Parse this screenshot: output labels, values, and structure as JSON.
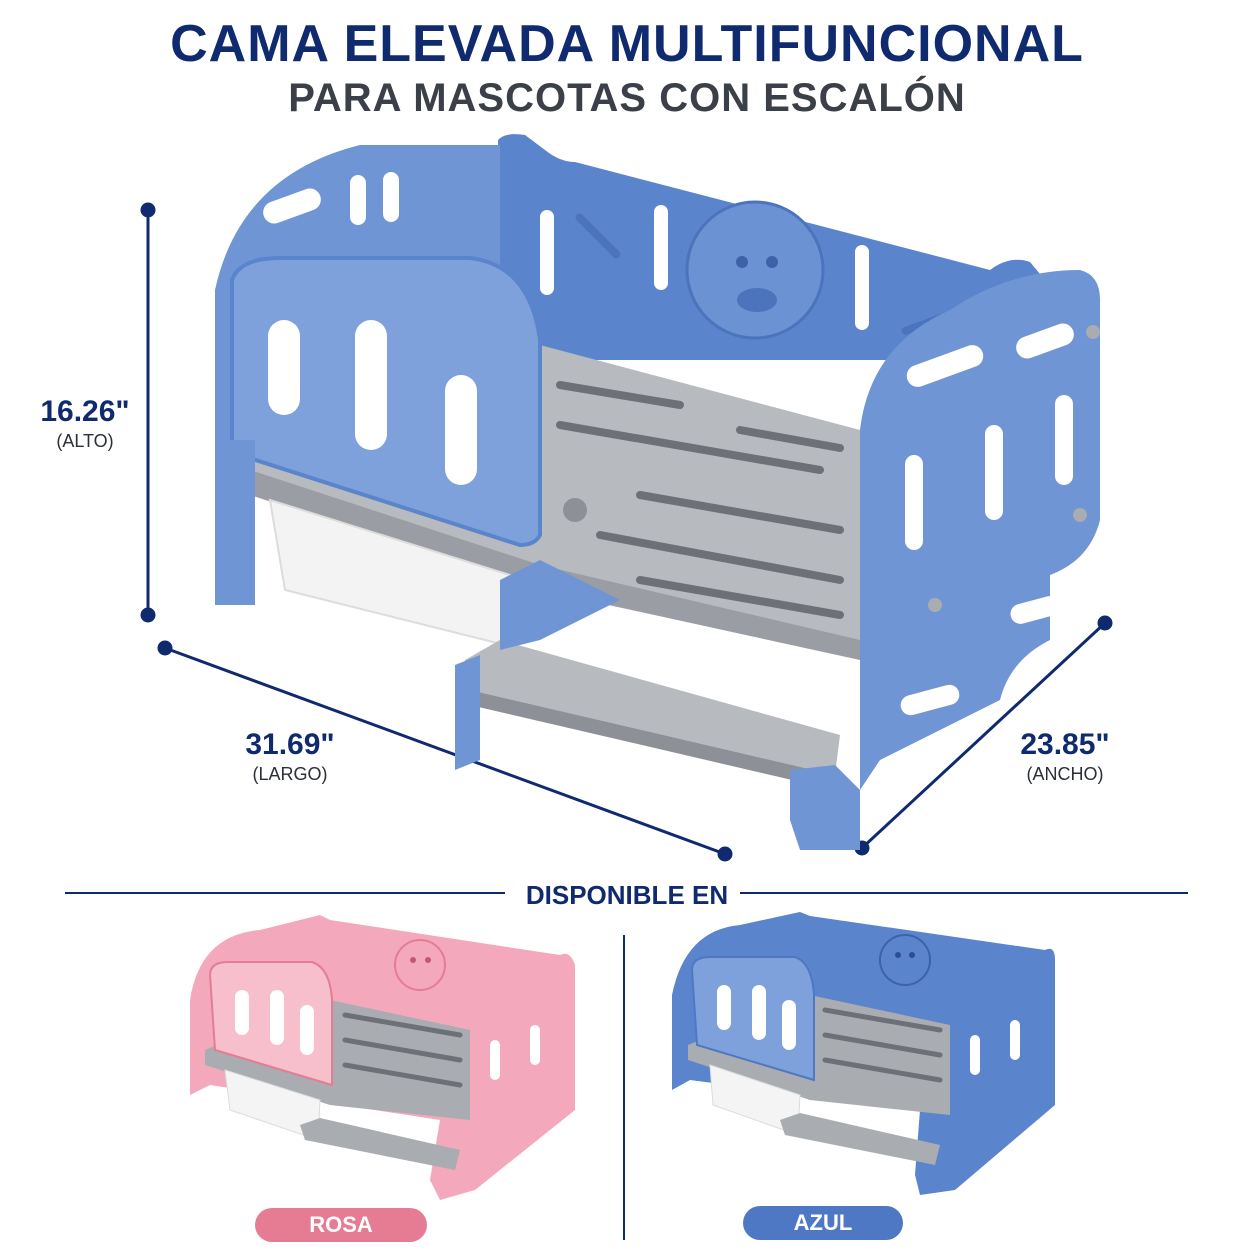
{
  "header": {
    "title": "CAMA ELEVADA MULTIFUNCIONAL",
    "subtitle": "PARA MASCOTAS CON ESCALÓN"
  },
  "dimensions": {
    "height": {
      "value": "16.26\"",
      "label": "(ALTO)"
    },
    "length": {
      "value": "31.69\"",
      "label": "(LARGO)"
    },
    "width": {
      "value": "23.85\"",
      "label": "(ANCHO)"
    }
  },
  "availability": {
    "heading": "DISPONIBLE EN",
    "options": [
      {
        "name": "ROSA",
        "color": "#e57c93"
      },
      {
        "name": "AZUL",
        "color": "#4f78c4"
      }
    ]
  },
  "colors": {
    "brand_navy": "#0f2a6e",
    "bed_blue": "#6f95d4",
    "bed_pink": "#f3a9bb",
    "platform_gray": "#a9acb1"
  }
}
